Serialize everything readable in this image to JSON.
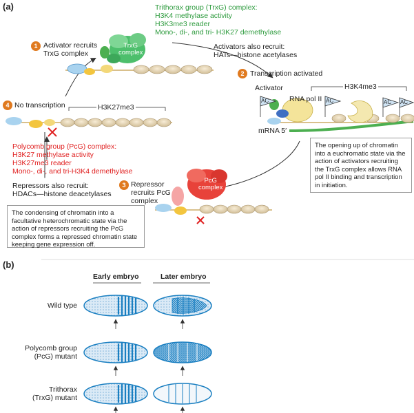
{
  "panel_a": {
    "label": "(a)",
    "trxg_lines": [
      "Trithorax group (TrxG) complex:",
      "H3K4 methylase activity",
      "H3K3me3 reader",
      "Mono-, di-, and tri- H3K27 demethylase"
    ],
    "step1_num": "1",
    "step1_lines": [
      "Activator recruits",
      "TrxG complex"
    ],
    "trxg_blob": [
      "TrxG",
      "complex"
    ],
    "activators_lines": [
      "Activators also recruit:",
      "HATs—histone acetylases"
    ],
    "step2_num": "2",
    "step2_text": "Transcription activated",
    "activator_label": "Activator",
    "rnapol_label": "RNA pol II",
    "h3k4me3_label": "H3K4me3",
    "ac_label": "AC",
    "mrna_label": "mRNA 5′",
    "box_right": "The opening up of chromatin into a euchromatic state via the action of activators recruiting the TrxG complex allows RNA pol II binding and transcription in initiation.",
    "step4_num": "4",
    "step4_text": "No transcription",
    "h3k27me3_label": "H3K27me3",
    "pcg_lines": [
      "Polycomb group (PcG) complex:",
      "H3K27 methylase activity",
      "H3K27me3 reader",
      "Mono-, di-, and tri-H3K4 demethylase"
    ],
    "repressors_lines": [
      "Repressors also recruit:",
      "HDACs—histone deacetylases"
    ],
    "step3_num": "3",
    "step3_lines": [
      "Repressor",
      "recruits PcG",
      "complex"
    ],
    "pcg_blob": [
      "PcG",
      "complex"
    ],
    "box_left": "The condensing of chromatin into a facultative heterochromatic state via the action of repressors recruiting the PcG complex forms a repressed chromatin state keeping gene expression off."
  },
  "panel_b": {
    "label": "(b)",
    "col_early": "Early embryo",
    "col_later": "Later embryo",
    "row_wild": [
      "Wild type"
    ],
    "row_pcg": [
      "Polycomb group",
      "(PcG) mutant"
    ],
    "row_trxg": [
      "Trithorax",
      "(TrxG) mutant"
    ]
  },
  "colors": {
    "trxg_green": "#2e9b3e",
    "pcg_red": "#e02020",
    "step_orange": "#e07a1f",
    "embryo_blue": "#1a7fc1"
  }
}
